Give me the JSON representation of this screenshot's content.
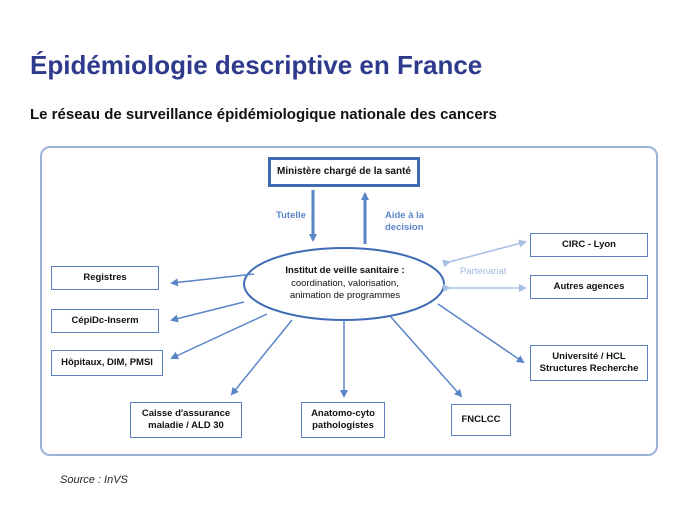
{
  "title": "Épidémiologie descriptive en France",
  "subtitle": "Le réseau de surveillance épidémiologique nationale des cancers",
  "diagram": {
    "top_box": "Ministère chargé de la santé",
    "center": {
      "title": "Institut de veille sanitaire :",
      "line1": "coordination, valorisation,",
      "line2": "animation de programmes"
    },
    "label_tutelle": "Tutelle",
    "label_aide_1": "Aide à la",
    "label_aide_2": "decision",
    "label_partenariat": "Partenariat",
    "partners": {
      "circ": "CIRC - Lyon",
      "autres": "Autres agences"
    },
    "left_boxes": {
      "registres": "Registres",
      "cepidc": "CépiDc-Inserm",
      "hopitaux": "Hôpitaux, DIM, PMSI"
    },
    "bottom_boxes": {
      "caisse_1": "Caisse d'assurance",
      "caisse_2": "maladie / ALD 30",
      "anatomo_1": "Anatomo-cyto",
      "anatomo_2": "pathologistes",
      "fnclcc": "FNCLCC"
    },
    "right_box": {
      "line1": "Université / HCL",
      "line2": "Structures Recherche"
    },
    "colors": {
      "arrow": "#5a86c8",
      "partner_arrow": "#a8c0e4",
      "box_border": "#5b7fbf",
      "frame": "#9bb3d9",
      "title": "#2e3a8c"
    }
  },
  "source": "Source : InVS"
}
